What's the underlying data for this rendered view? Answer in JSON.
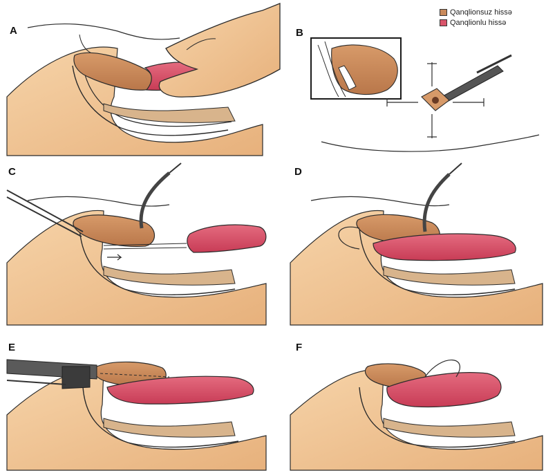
{
  "legend": {
    "items": [
      {
        "label": "Qanqlionsuz hissə",
        "color": "#c98a5c"
      },
      {
        "label": "Qanqlionlu hissə",
        "color": "#d9546a"
      }
    ]
  },
  "panels": [
    {
      "label": "A"
    },
    {
      "label": "B"
    },
    {
      "label": "C"
    },
    {
      "label": "D"
    },
    {
      "label": "E"
    },
    {
      "label": "F"
    }
  ],
  "colors": {
    "background": "#ffffff",
    "skin": "#f2c89a",
    "skin_shade": "#e4ad77",
    "tissue": "#d8b48c",
    "bowel_proximal": "#c98a5c",
    "bowel_distal": "#d9546a",
    "outline": "#2b2b2b"
  }
}
